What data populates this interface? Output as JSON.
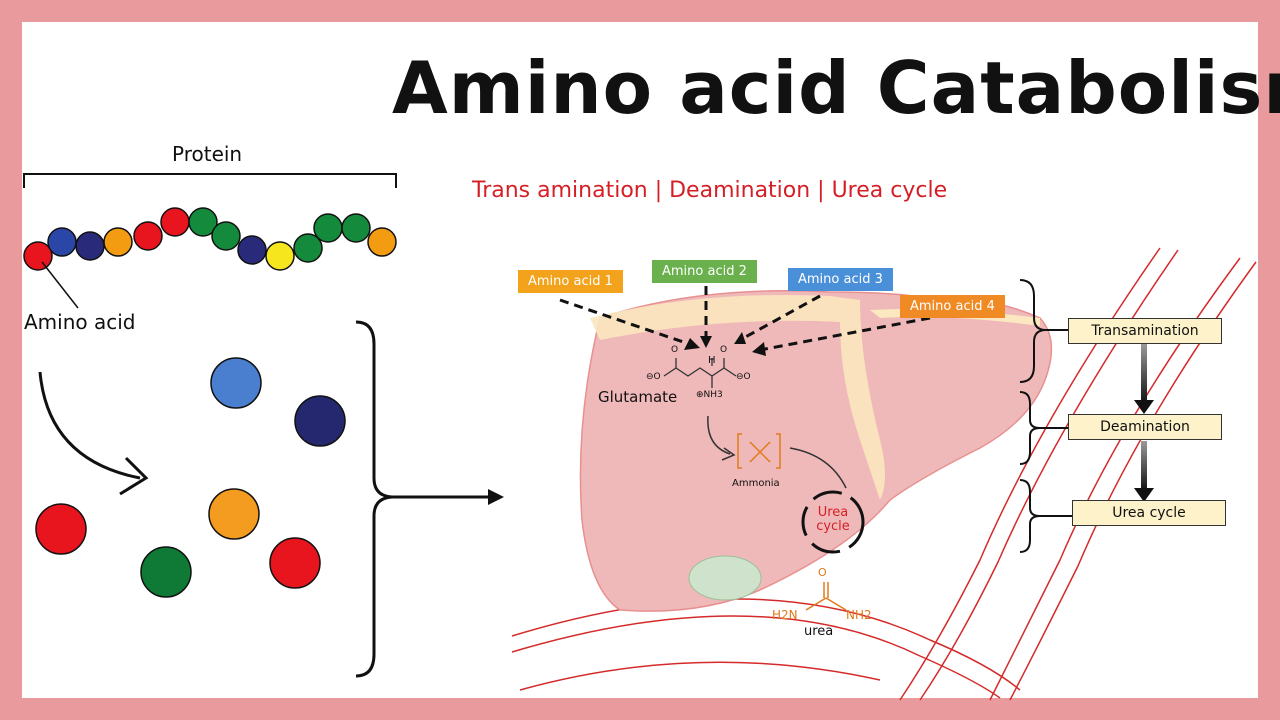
{
  "title": "Amino acid Catabolism",
  "subtitle": "Trans amination | Deamination | Urea cycle",
  "protein_label": "Protein",
  "amino_acid_label": "Amino acid",
  "amino_acids": [
    {
      "label": "Amino acid 1",
      "color": "#f2a31b"
    },
    {
      "label": "Amino acid 2",
      "color": "#6ab04c"
    },
    {
      "label": "Amino acid 3",
      "color": "#4a90d9"
    },
    {
      "label": "Amino acid 4",
      "color": "#f08a24"
    }
  ],
  "glutamate_label": "Glutamate",
  "ammonia_label": "Ammonia",
  "urea_cycle_center": "Urea cycle",
  "urea_label": "urea",
  "chem": {
    "h": "H",
    "nh3": "⊕NH3",
    "o_minus": "⊖O",
    "o": "O",
    "nh2": "NH2",
    "h2n": "H2N"
  },
  "steps": [
    "Transamination",
    "Deamination",
    "Urea cycle"
  ],
  "chain_colors": [
    "#e8141e",
    "#2a47a8",
    "#2a2a7a",
    "#f39c12",
    "#e8141e",
    "#e8141e",
    "#138a3c",
    "#138a3c",
    "#2a2a7a",
    "#f5e61e",
    "#138a3c",
    "#138a3c",
    "#138a3c",
    "#f39c12"
  ],
  "colors": {
    "border": "#e89a9c",
    "red": "#d51f26",
    "liver": "#f0b9b9",
    "fat": "#fbe7c0"
  }
}
